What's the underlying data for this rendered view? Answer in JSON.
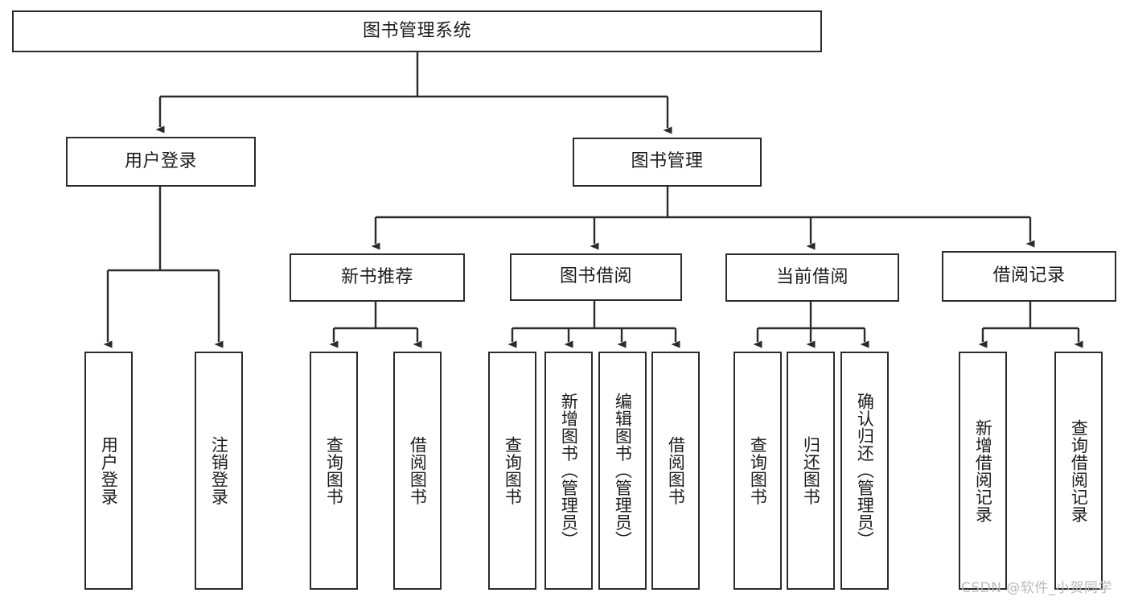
{
  "diagram": {
    "title": "图书管理系统",
    "type": "tree-hierarchy-chart",
    "stroke_color": "#2b2b2b",
    "background_color": "#ffffff",
    "root": {
      "id": "root",
      "label": "图书管理系统"
    },
    "level1": [
      {
        "id": "user-login",
        "label": "用户登录"
      },
      {
        "id": "book-manage",
        "label": "图书管理"
      }
    ],
    "level2": [
      {
        "id": "new-book-recommend",
        "label": "新书推荐",
        "parent": "book-manage"
      },
      {
        "id": "book-borrow",
        "label": "图书借阅",
        "parent": "book-manage"
      },
      {
        "id": "current-borrow",
        "label": "当前借阅",
        "parent": "book-manage"
      },
      {
        "id": "borrow-record",
        "label": "借阅记录",
        "parent": "book-manage"
      }
    ],
    "leaves": [
      {
        "id": "leaf-user-login",
        "label": "用户登录",
        "parent": "user-login"
      },
      {
        "id": "leaf-logout-login",
        "label": "注销登录",
        "parent": "user-login"
      },
      {
        "id": "leaf-query-book-1",
        "label": "查询图书",
        "parent": "new-book-recommend"
      },
      {
        "id": "leaf-borrow-book-1",
        "label": "借阅图书",
        "parent": "new-book-recommend"
      },
      {
        "id": "leaf-query-book-2",
        "label": "查询图书",
        "parent": "book-borrow"
      },
      {
        "id": "leaf-add-book",
        "label": "新增图书（管理员）",
        "parent": "book-borrow"
      },
      {
        "id": "leaf-edit-book",
        "label": "编辑图书（管理员）",
        "parent": "book-borrow"
      },
      {
        "id": "leaf-borrow-book-2",
        "label": "借阅图书",
        "parent": "book-borrow"
      },
      {
        "id": "leaf-query-book-3",
        "label": "查询图书",
        "parent": "current-borrow"
      },
      {
        "id": "leaf-return-book",
        "label": "归还图书",
        "parent": "current-borrow"
      },
      {
        "id": "leaf-confirm-return",
        "label": "确认归还（管理员）",
        "parent": "current-borrow"
      },
      {
        "id": "leaf-add-record",
        "label": "新增借阅记录",
        "parent": "borrow-record"
      },
      {
        "id": "leaf-query-record",
        "label": "查询借阅记录",
        "parent": "borrow-record"
      }
    ],
    "watermark": "CSDN @软件_小贺同学"
  }
}
